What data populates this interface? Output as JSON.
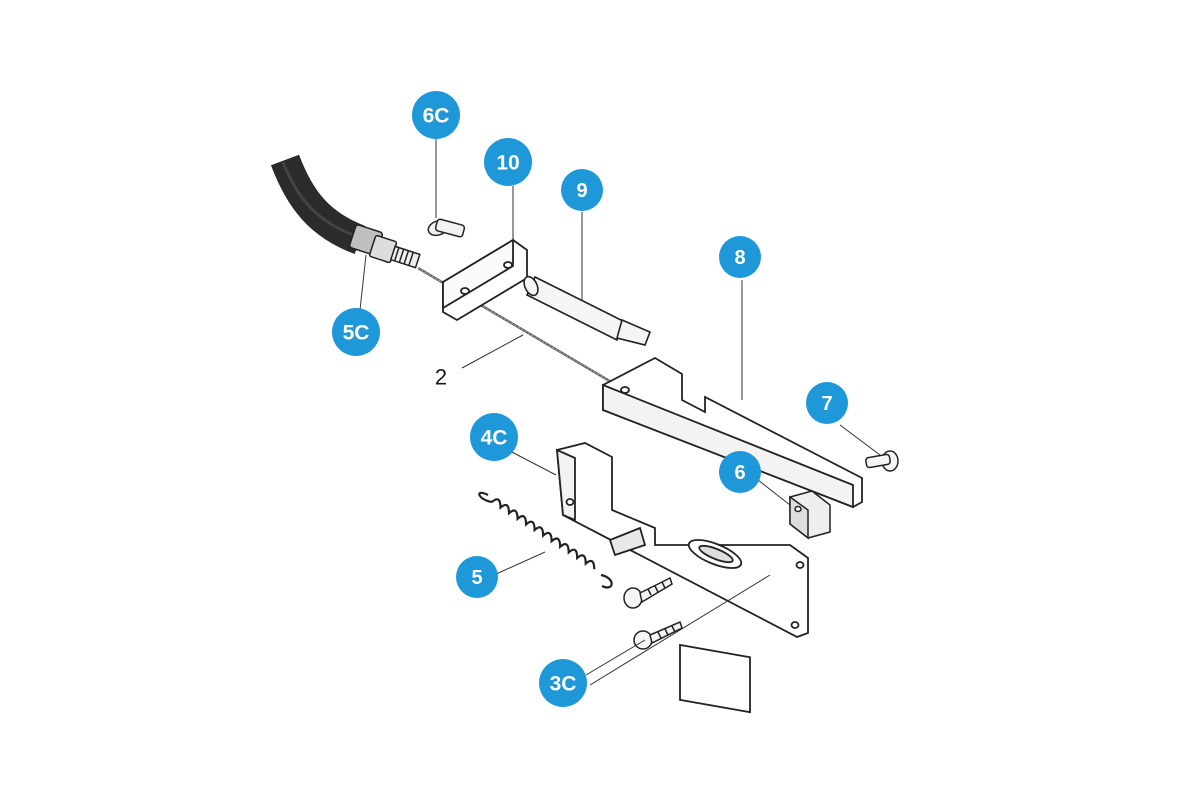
{
  "diagram": {
    "badge_color": "#1e98d8",
    "labels": {
      "label_6c": "6C",
      "label_10": "10",
      "label_9": "9",
      "label_8": "8",
      "label_7": "7",
      "label_5c": "5C",
      "label_2": "2",
      "label_4c": "4C",
      "label_6": "6",
      "label_5": "5",
      "label_3c": "3C"
    }
  }
}
